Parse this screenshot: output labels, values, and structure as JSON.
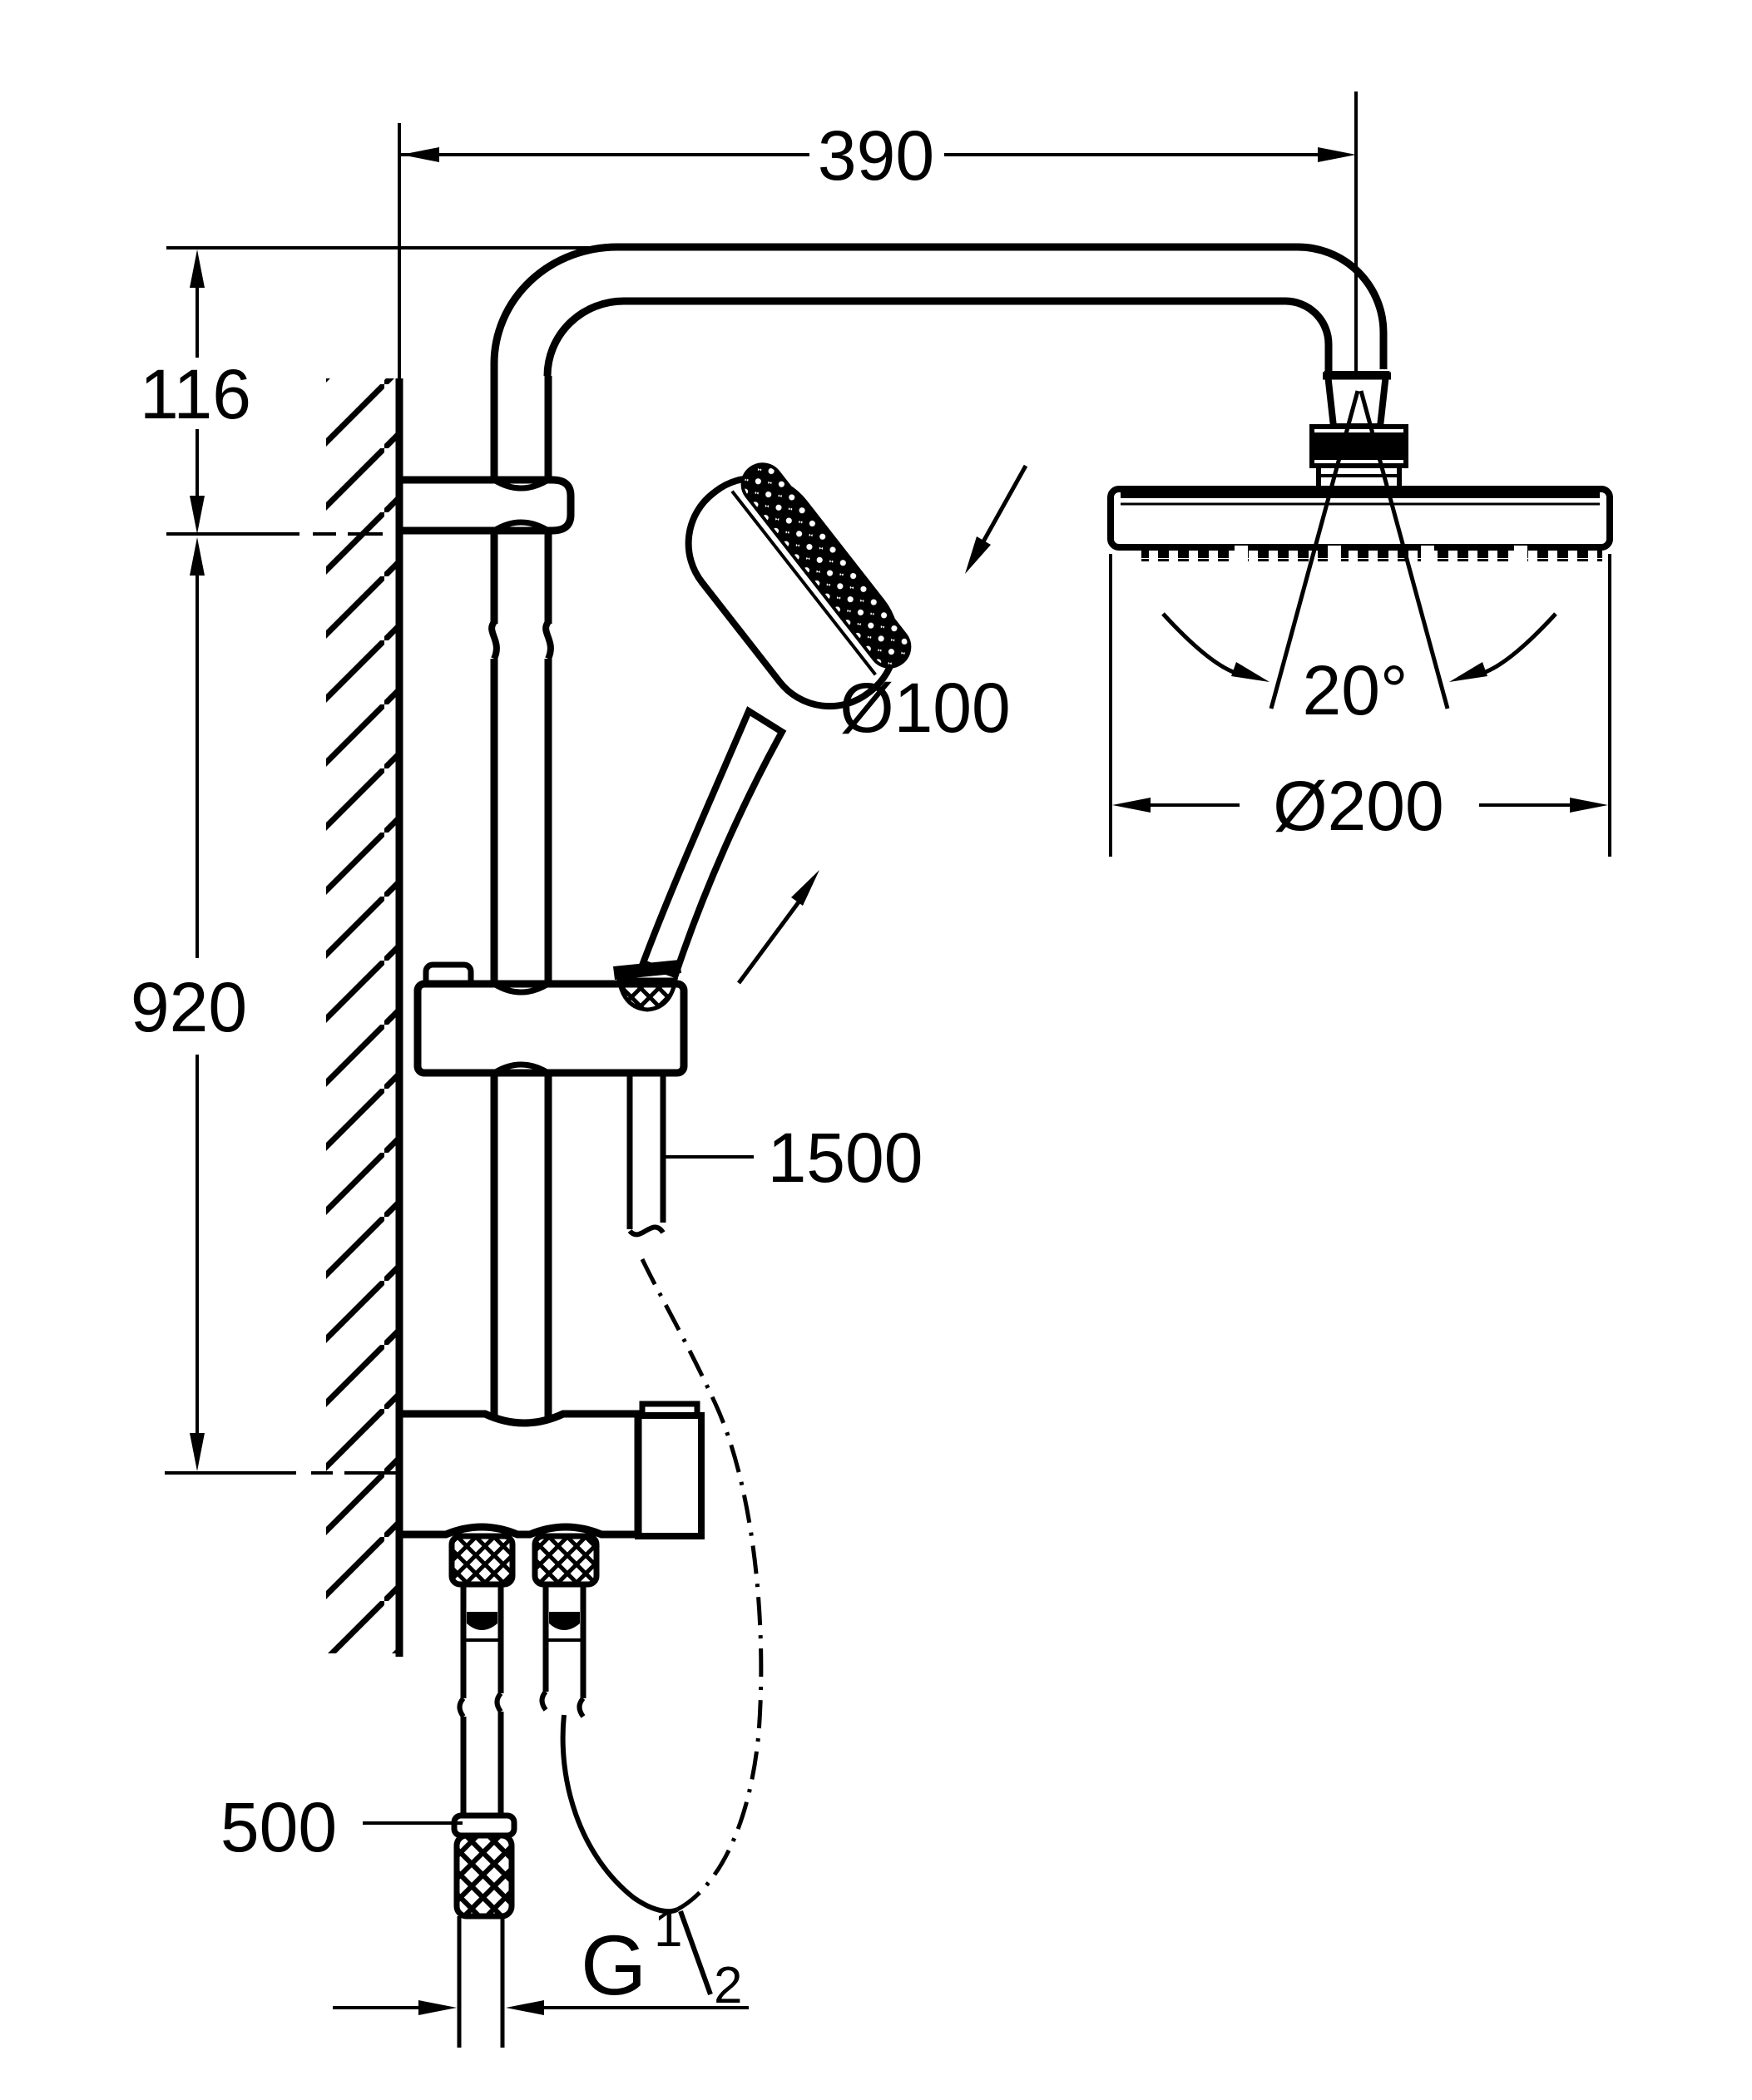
{
  "drawing": {
    "type": "technical-dimension-drawing",
    "subject": "wall-mounted shower system side view",
    "colors": {
      "line": "#000000",
      "background": "#ffffff"
    }
  },
  "labels": {
    "top_width": "390",
    "offset_height": "116",
    "rail_height": "920",
    "hand_shower_diameter": "Ø100",
    "spray_angle": "20°",
    "head_shower_diameter": "Ø200",
    "hose_length": "1500",
    "supply_hose_length": "500",
    "thread_letter": "G",
    "thread_numerator": "1",
    "thread_denominator": "2"
  }
}
